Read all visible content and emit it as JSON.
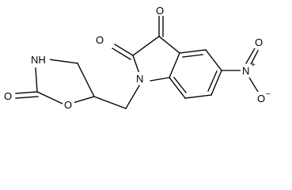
{
  "molecule": {
    "atoms": {
      "o_exo_c3": "O",
      "o_exo_c2": "O",
      "n1": "N",
      "nitro_n": "N",
      "nitro_o_up": "O",
      "nitro_o_down": "O",
      "nitro_n_charge": "+",
      "nitro_o_charge": "−",
      "ox_nh": "NH",
      "ox_o_ring": "O",
      "ox_o_exo": "O"
    }
  }
}
